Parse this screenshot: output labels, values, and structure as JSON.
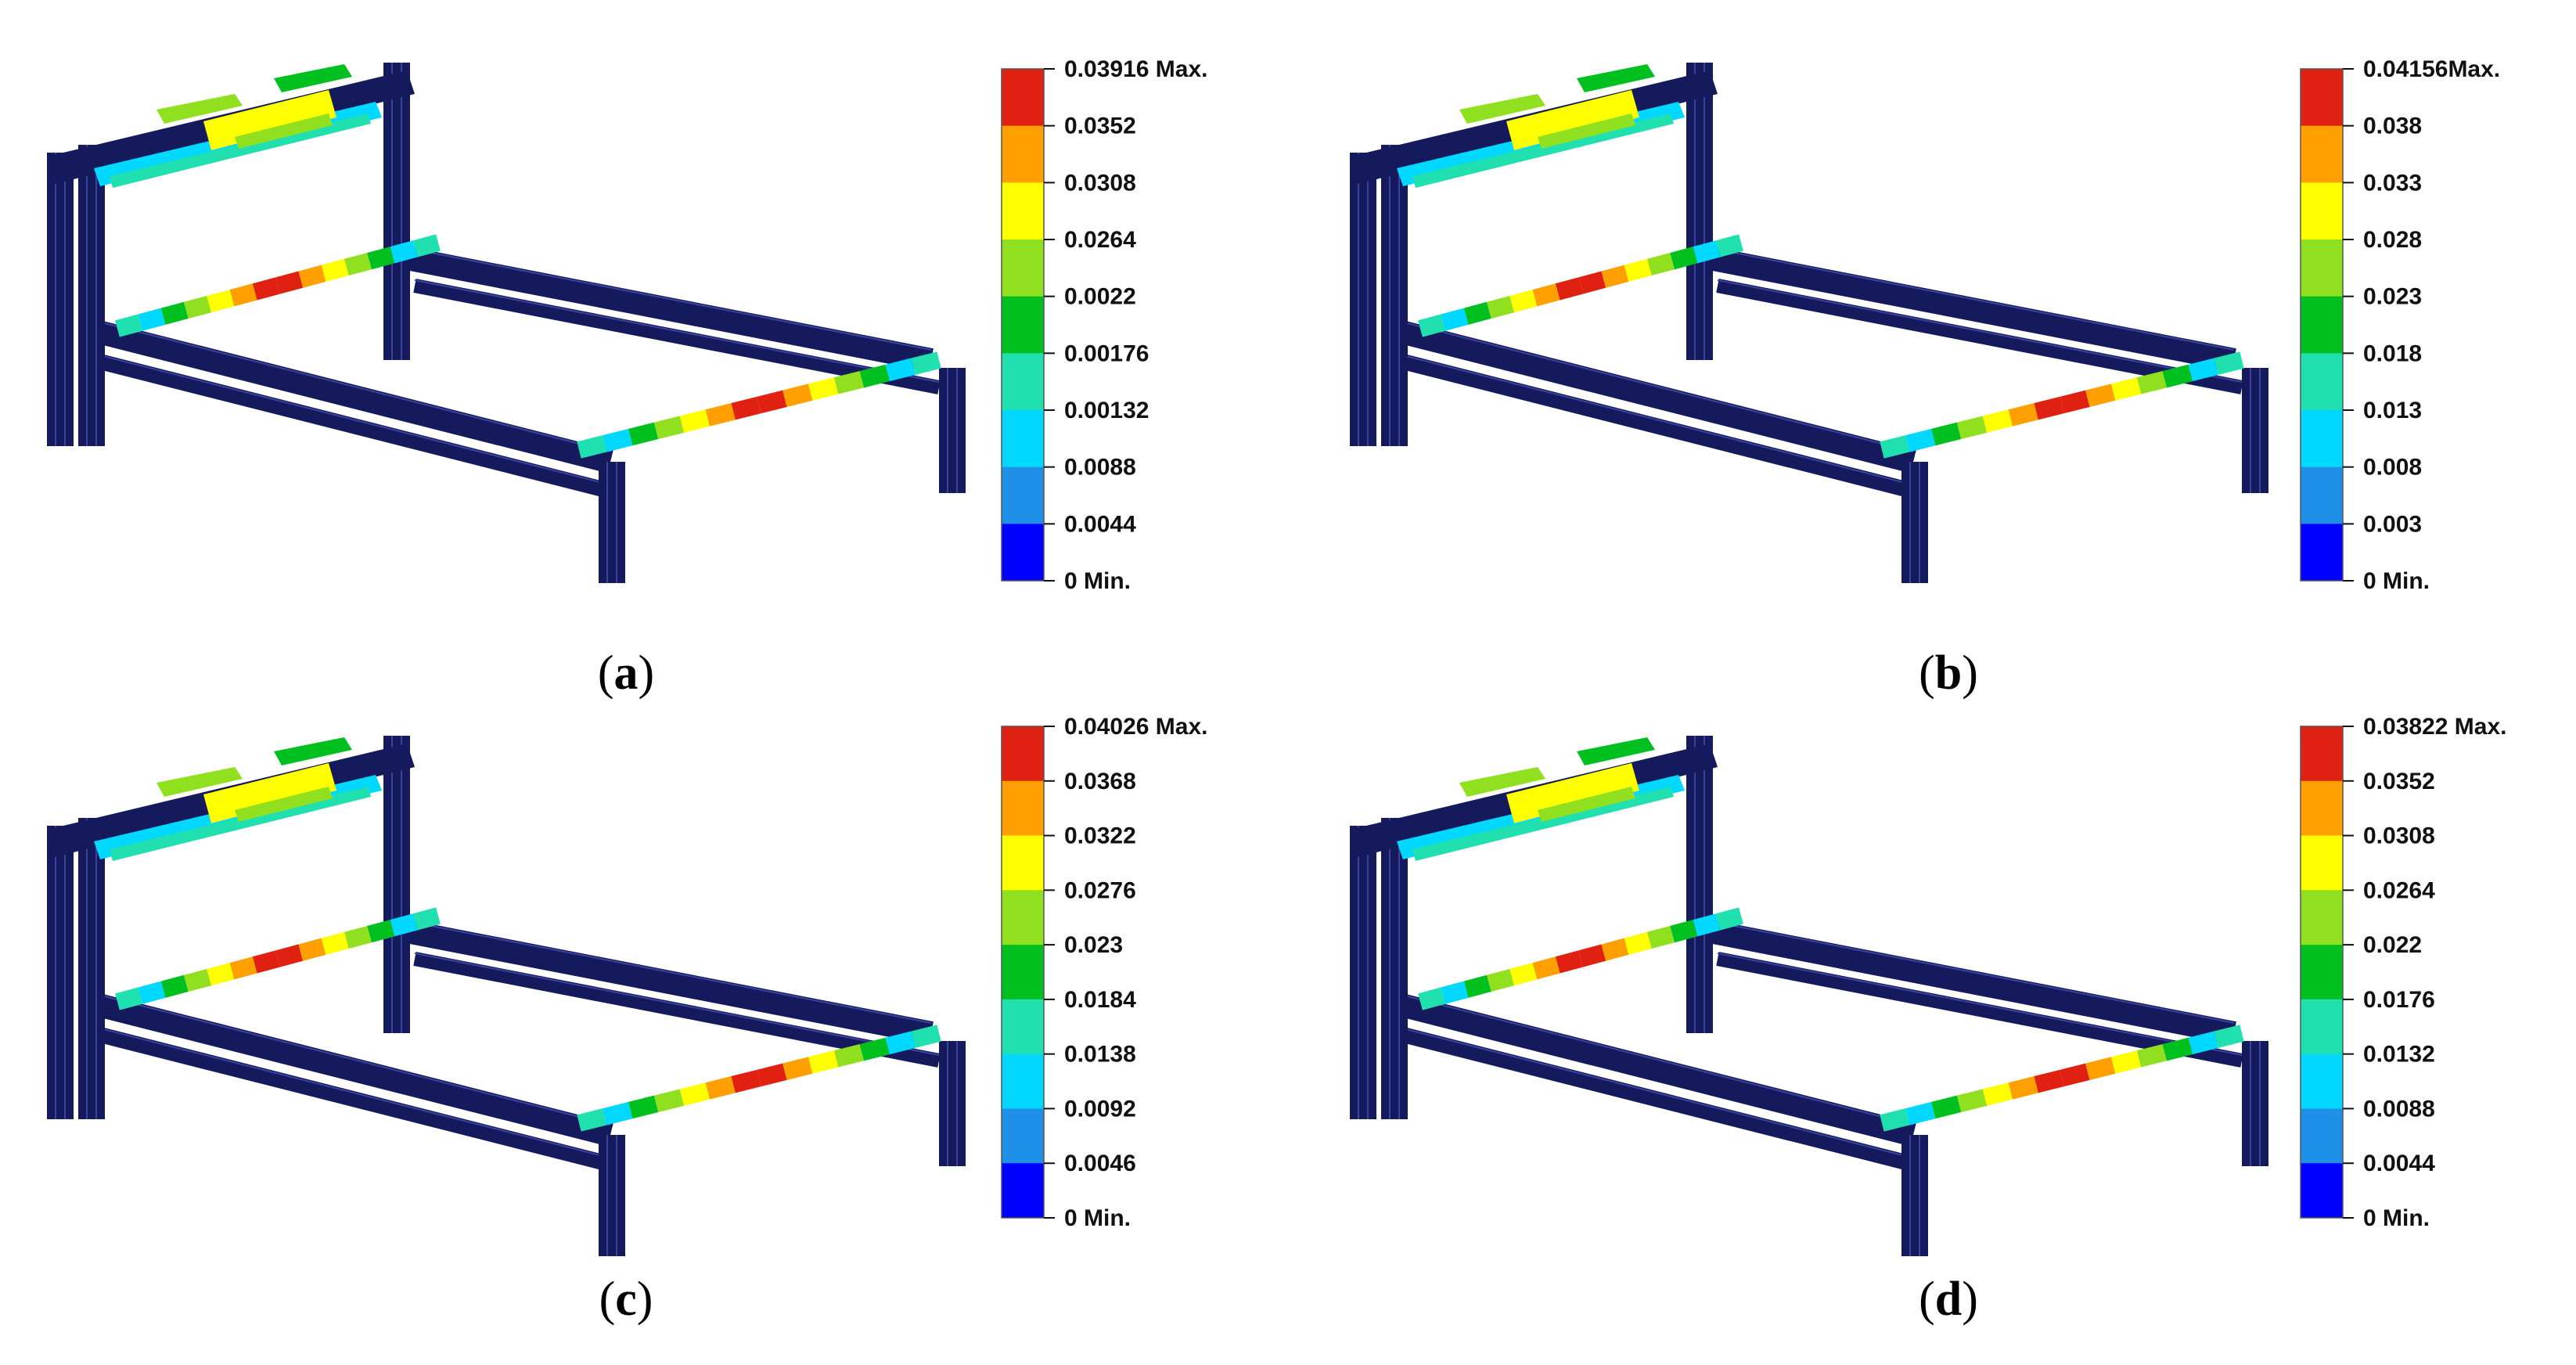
{
  "colors": {
    "frame": "#141a5c",
    "frame_edge": "#3a42a0",
    "scale": [
      "#0000ff",
      "#1e90e8",
      "#00d8ff",
      "#20e0b0",
      "#00c020",
      "#90e020",
      "#ffff00",
      "#ffa000",
      "#e02010"
    ]
  },
  "panels": [
    {
      "caption": {
        "open": "(",
        "letter": "a",
        "close": ")"
      },
      "legend": [
        "0.03916  Max.",
        "0.0352",
        "0.0308",
        "0.0264",
        "0.0022",
        "0.00176",
        "0.00132",
        "0.0088",
        "0.0044",
        "0 Min."
      ]
    },
    {
      "caption": {
        "open": "(",
        "letter": "b",
        "close": ")"
      },
      "legend": [
        "0.04156Max.",
        "0.038",
        "0.033",
        "0.028",
        "0.023",
        "0.018",
        "0.013",
        "0.008",
        "0.003",
        "0 Min."
      ]
    },
    {
      "caption": {
        "open": "(",
        "letter": "c",
        "close": ")"
      },
      "legend": [
        "0.04026  Max.",
        "0.0368",
        "0.0322",
        "0.0276",
        "0.023",
        "0.0184",
        "0.0138",
        "0.0092",
        "0.0046",
        "0 Min."
      ]
    },
    {
      "caption": {
        "open": "(",
        "letter": "d",
        "close": ")"
      },
      "legend": [
        "0.03822  Max.",
        "0.0352",
        "0.0308",
        "0.0264",
        "0.022",
        "0.0176",
        "0.0132",
        "0.0088",
        "0.0044",
        "0 Min."
      ]
    }
  ]
}
